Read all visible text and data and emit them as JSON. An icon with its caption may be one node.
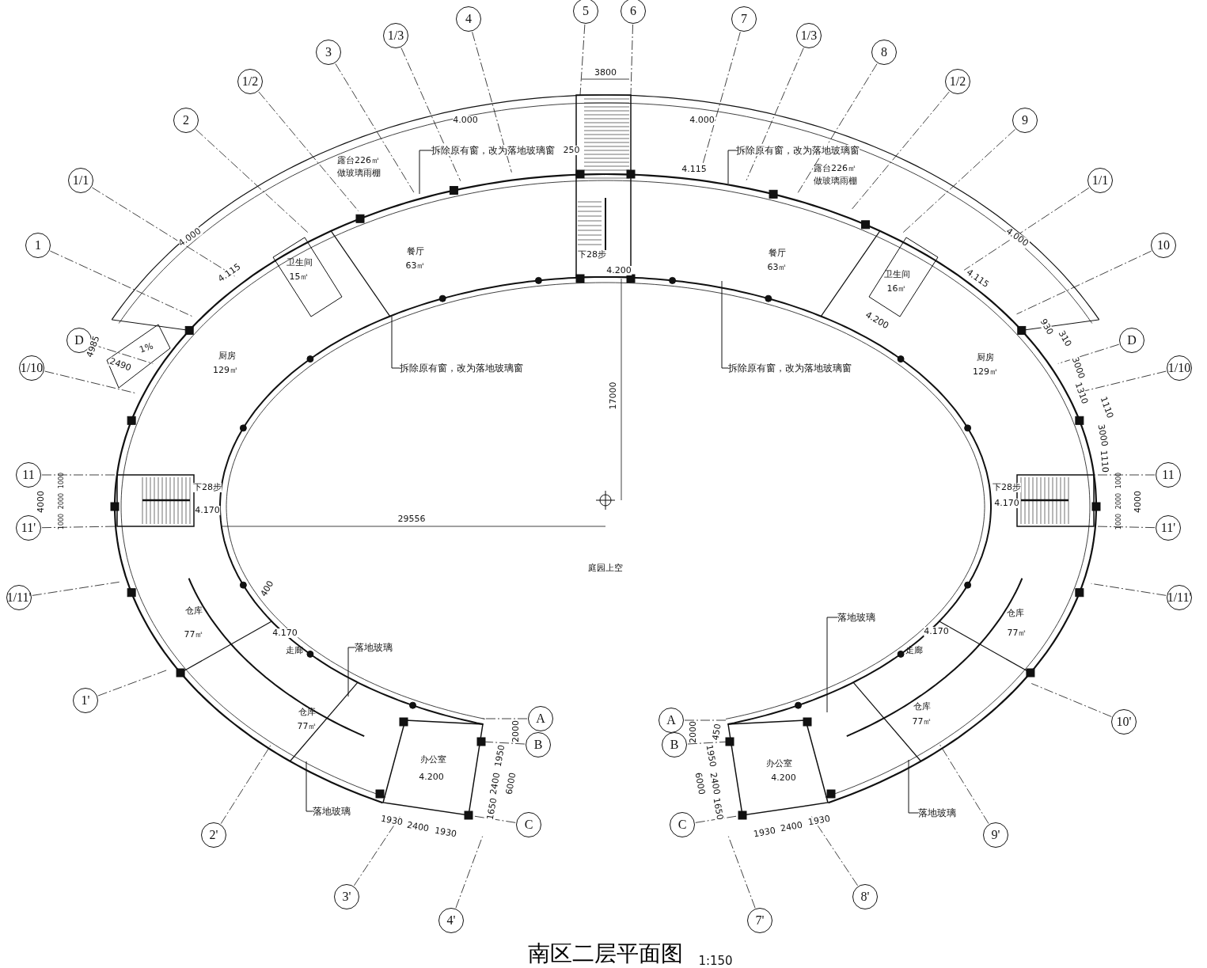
{
  "diagram": {
    "title": "南区二层平面图",
    "nodes": [
      {
        "text": [
          "1"
        ]
      },
      {
        "text": [
          "1/1"
        ]
      },
      {
        "text": [
          "2"
        ]
      },
      {
        "text": [
          "1/2"
        ]
      },
      {
        "text": [
          "3"
        ]
      },
      {
        "text": [
          "1/3"
        ]
      },
      {
        "text": [
          "4"
        ]
      },
      {
        "text": [
          "5"
        ]
      },
      {
        "text": [
          "6"
        ]
      },
      {
        "text": [
          "7"
        ]
      },
      {
        "text": [
          "1/3"
        ]
      },
      {
        "text": [
          "8"
        ]
      },
      {
        "text": [
          "1/2"
        ]
      },
      {
        "text": [
          "9"
        ]
      },
      {
        "text": [
          "1/1"
        ]
      },
      {
        "text": [
          "10"
        ]
      },
      {
        "text": [
          "D"
        ]
      },
      {
        "text": [
          "D"
        ]
      },
      {
        "text": [
          "1/10"
        ]
      },
      {
        "text": [
          "1/10"
        ]
      },
      {
        "text": [
          "11"
        ]
      },
      {
        "text": [
          "11"
        ]
      },
      {
        "text": [
          "11'"
        ]
      },
      {
        "text": [
          "11'"
        ]
      },
      {
        "text": [
          "1/11'"
        ]
      },
      {
        "text": [
          "1/11'"
        ]
      },
      {
        "text": [
          "1'"
        ]
      },
      {
        "text": [
          "10'"
        ]
      },
      {
        "text": [
          "A"
        ]
      },
      {
        "text": [
          "A"
        ]
      },
      {
        "text": [
          "B"
        ]
      },
      {
        "text": [
          "B"
        ]
      },
      {
        "text": [
          "2'"
        ]
      },
      {
        "text": [
          "9'"
        ]
      },
      {
        "text": [
          "C"
        ]
      },
      {
        "text": [
          "C"
        ]
      },
      {
        "text": [
          "3'"
        ]
      },
      {
        "text": [
          "8'"
        ]
      },
      {
        "text": [
          "4'"
        ]
      },
      {
        "text": [
          "7'"
        ]
      },
      {
        "text": [
          "拆除原有窗，改为落地玻璃窗"
        ]
      },
      {
        "text": [
          "拆除原有窗，改为落地玻璃窗"
        ]
      },
      {
        "text": [
          "拆除原有窗，改为落地玻璃窗"
        ]
      },
      {
        "text": [
          "拆除原有窗，改为落地玻璃窗"
        ]
      },
      {
        "text": [
          "落地玻璃"
        ]
      },
      {
        "text": [
          "落地玻璃"
        ]
      },
      {
        "text": [
          "落地玻璃"
        ]
      },
      {
        "text": [
          "落地玻璃"
        ]
      }
    ],
    "edges": [
      {
        "from": 40,
        "to": null,
        "arrow": "none"
      },
      {
        "from": 41,
        "to": null,
        "arrow": "none"
      },
      {
        "from": 42,
        "to": null,
        "arrow": "none"
      },
      {
        "from": 43,
        "to": null,
        "arrow": "none"
      },
      {
        "from": 44,
        "to": null,
        "arrow": "none"
      },
      {
        "from": 45,
        "to": null,
        "arrow": "none"
      },
      {
        "from": 46,
        "to": null,
        "arrow": "none"
      },
      {
        "from": 47,
        "to": null,
        "arrow": "none"
      }
    ],
    "labels": [
      "3800",
      "4.000",
      "4.000",
      "250",
      "露台226㎡",
      "做玻璃雨棚",
      "露台226㎡",
      "做玻璃雨棚",
      "4.115",
      "4.000",
      "4.000",
      "4.115",
      "卫生间",
      "15㎡",
      "餐厅",
      "63㎡",
      "下28步",
      "4.200",
      "餐厅",
      "63㎡",
      "卫生间",
      "16㎡",
      "4.115",
      "4.200",
      "4985",
      "1%",
      "2490",
      "厨房",
      "129㎡",
      "930",
      "310",
      "3000",
      "1310",
      "1110",
      "3000",
      "1110",
      "厨房",
      "129㎡",
      "17000",
      "4000",
      "1000",
      "2000",
      "1000",
      "下28步",
      "4.170",
      "下28步",
      "4.170",
      "1000",
      "2000",
      "1000",
      "4000",
      "29556",
      "庭园上空",
      "400",
      "仓库",
      "77㎡",
      "4.170",
      "走廊",
      "4.170",
      "走廊",
      "仓库",
      "77㎡",
      "仓库",
      "77㎡",
      "仓库",
      "77㎡",
      "2000",
      "1950",
      "2400",
      "1650",
      "6000",
      "办公室",
      "4.200",
      "450",
      "2000",
      "1950",
      "2400",
      "1650",
      "6000",
      "办公室",
      "4.200",
      "1930",
      "2400",
      "1930",
      "1930",
      "2400",
      "1930",
      "1:150"
    ]
  }
}
